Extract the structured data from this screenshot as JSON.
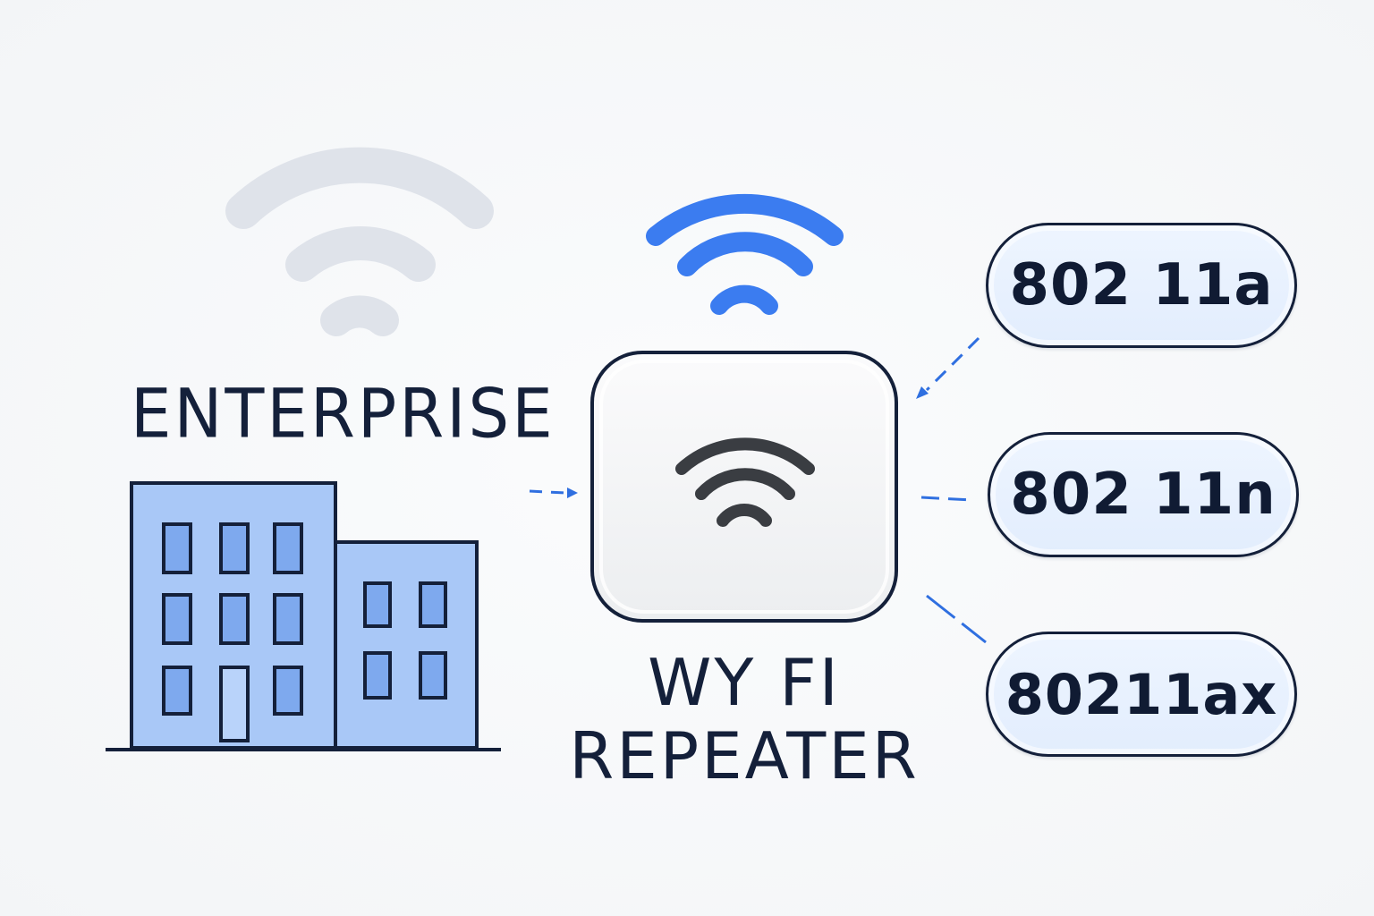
{
  "enterprise": {
    "label": "ENTERPRISE"
  },
  "repeater": {
    "label_line1": "WY FI",
    "label_line2": "REPEATER"
  },
  "standards": [
    {
      "label": "802 11a"
    },
    {
      "label": "802 11n"
    },
    {
      "label": "80211ax"
    }
  ],
  "icons": {
    "background_wifi": "wifi-icon",
    "repeater_signal": "wifi-icon",
    "device_wifi": "wifi-icon",
    "building": "building-icon"
  },
  "colors": {
    "ink": "#14203a",
    "accent_blue": "#3b7cf0",
    "faded_wifi": "#dde2ea",
    "building_fill": "#a9c8f7",
    "window_fill": "#7ea9ee",
    "pill_fill": "#e6f0fe",
    "device_fill": "#f4f5f6"
  }
}
